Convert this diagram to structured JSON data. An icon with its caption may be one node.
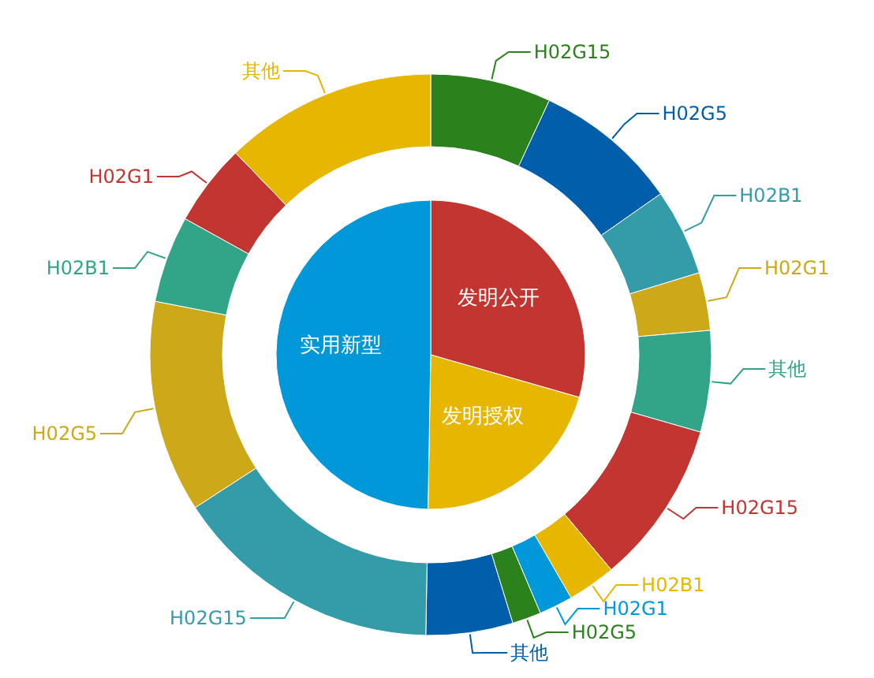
{
  "diagram": {
    "nodes": [
      {
        "text": [
          "发明公开"
        ]
      },
      {
        "text": [
          "发明授权"
        ]
      },
      {
        "text": [
          "实用新型"
        ]
      },
      {
        "text": [],
        "shape": "sector"
      },
      {
        "text": [],
        "shape": "sector"
      },
      {
        "text": [],
        "shape": "sector"
      },
      {
        "text": [],
        "shape": "sector"
      },
      {
        "text": [],
        "shape": "sector"
      },
      {
        "text": [],
        "shape": "sector"
      },
      {
        "text": [],
        "shape": "sector"
      },
      {
        "text": [],
        "shape": "sector"
      },
      {
        "text": [],
        "shape": "sector"
      },
      {
        "text": [],
        "shape": "sector"
      },
      {
        "text": [],
        "shape": "sector"
      },
      {
        "text": [],
        "shape": "sector"
      },
      {
        "text": [],
        "shape": "sector"
      },
      {
        "text": [],
        "shape": "sector"
      },
      {
        "text": [],
        "shape": "sector"
      },
      {
        "text": [
          "H02G15"
        ]
      },
      {
        "text": [
          "H02G5"
        ]
      },
      {
        "text": [
          "H02B1"
        ]
      },
      {
        "text": [
          "H02G1"
        ]
      },
      {
        "text": [
          "其他"
        ]
      },
      {
        "text": [
          "H02G15"
        ]
      },
      {
        "text": [
          "H02B1"
        ]
      },
      {
        "text": [
          "H02G1"
        ]
      },
      {
        "text": [
          "H02G5"
        ]
      },
      {
        "text": [
          "其他"
        ]
      },
      {
        "text": [
          "H02G15"
        ]
      },
      {
        "text": [
          "H02G5"
        ]
      },
      {
        "text": [
          "H02B1"
        ]
      },
      {
        "text": [
          "H02G1"
        ]
      },
      {
        "text": [
          "其他"
        ]
      }
    ],
    "edges": [
      {
        "from": 18,
        "to": 3,
        "arrow": "none",
        "color": "#2b821d"
      },
      {
        "from": 19,
        "to": 4,
        "arrow": "none",
        "color": "#005eaa"
      },
      {
        "from": 20,
        "to": 5,
        "arrow": "none",
        "color": "#339ca8"
      },
      {
        "from": 21,
        "to": 6,
        "arrow": "none",
        "color": "#cda819"
      },
      {
        "from": 22,
        "to": 7,
        "arrow": "none",
        "color": "#32a487"
      },
      {
        "from": 23,
        "to": 8,
        "arrow": "none",
        "color": "#c23531"
      },
      {
        "from": 24,
        "to": 9,
        "arrow": "none",
        "color": "#e6b600"
      },
      {
        "from": 25,
        "to": 10,
        "arrow": "none",
        "color": "#0098d9"
      },
      {
        "from": 26,
        "to": 11,
        "arrow": "none",
        "color": "#2b821d"
      },
      {
        "from": 27,
        "to": 12,
        "arrow": "none",
        "color": "#005eaa"
      },
      {
        "from": 28,
        "to": 13,
        "arrow": "none",
        "color": "#339ca8"
      },
      {
        "from": 29,
        "to": 14,
        "arrow": "none",
        "color": "#cda819"
      },
      {
        "from": 30,
        "to": 15,
        "arrow": "none",
        "color": "#32a487"
      },
      {
        "from": 31,
        "to": 16,
        "arrow": "none",
        "color": "#c23531"
      },
      {
        "from": 32,
        "to": 17,
        "arrow": "none",
        "color": "#e6b600"
      }
    ]
  }
}
